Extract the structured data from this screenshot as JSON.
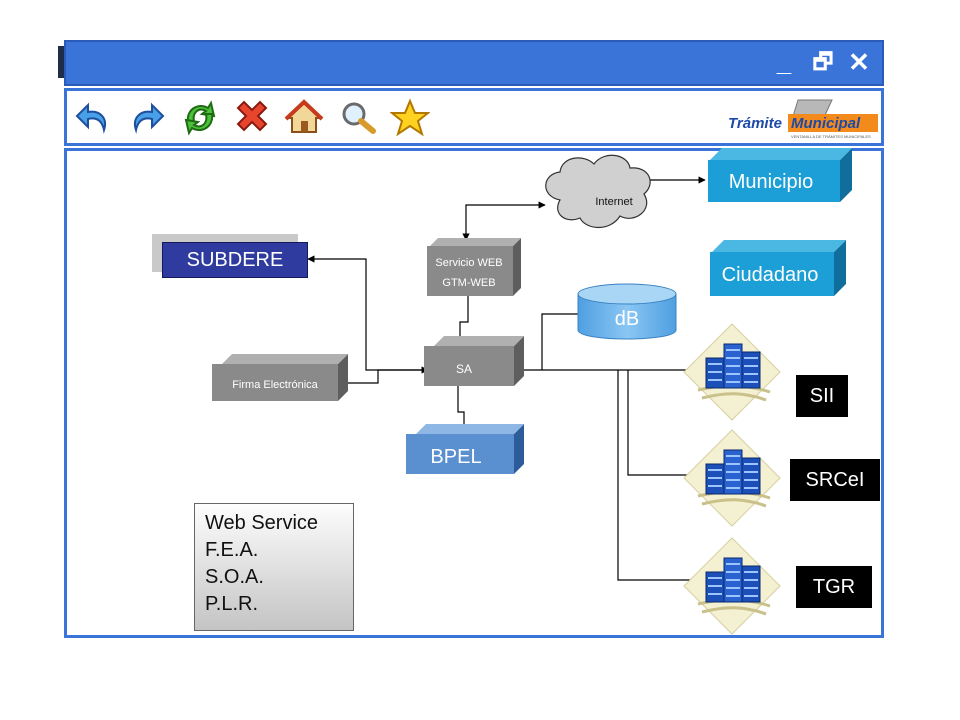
{
  "window": {
    "minimize_label": "_",
    "restore_label": "🗗",
    "close_label": "✕",
    "title_color": "#3a74d9"
  },
  "toolbar": {
    "icons": [
      "undo-icon",
      "redo-icon",
      "refresh-icon",
      "delete-icon",
      "home-icon",
      "search-icon",
      "favorite-icon"
    ],
    "logo": {
      "part1": "Trámite",
      "part2": "Municipal",
      "tagline": "VENTANILLA DE TRÁMITES MUNICIPALES"
    }
  },
  "diagram": {
    "internet": "Internet",
    "municipio": "Municipio",
    "ciudadano": "Ciudadano",
    "subdere": "SUBDERE",
    "servicio_web_line1": "Servicio WEB",
    "servicio_web_line2": "GTM-WEB",
    "db": "dB",
    "firma": "Firma Electrónica",
    "sa": "SA",
    "bpel": "BPEL",
    "sii": "SII",
    "srcel": "SRCeI",
    "tgr": "TGR"
  },
  "legend": {
    "items": [
      "Web Service",
      "F.E.A.",
      "S.O.A.",
      "P.L.R."
    ]
  },
  "colors": {
    "cyan_box": "#1b9fd6",
    "subdere_box": "#2f3b9e",
    "gray_box": "#8a8a8a",
    "bpel_box": "#5a8fd0",
    "db_cylinder": "#6ab2ea",
    "institution_label": "#000000"
  }
}
